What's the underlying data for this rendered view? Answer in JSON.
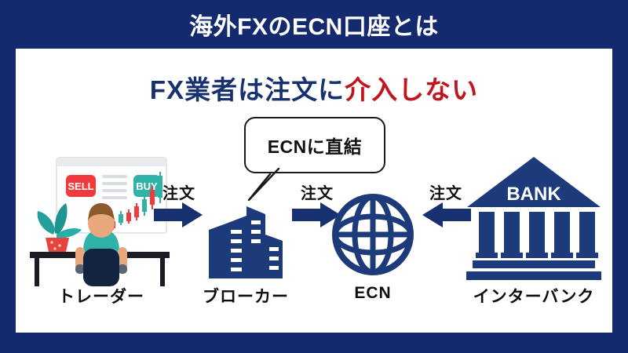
{
  "page": {
    "title": "海外FXのECN口座とは",
    "background_color": "#132a6e",
    "panel_color": "#ffffff"
  },
  "headline": {
    "part1": "FX業者は注文に",
    "part2": "介入しない",
    "part1_color": "#17306f",
    "part2_color": "#c0141e"
  },
  "callout": {
    "text": "ECNに直結"
  },
  "flow": {
    "nodes": [
      {
        "id": "trader",
        "label": "トレーダー",
        "icon": "trader-desk-illustration"
      },
      {
        "id": "broker",
        "label": "ブローカー",
        "icon": "office-buildings-icon"
      },
      {
        "id": "ecn",
        "label": "ECN",
        "icon": "globe-icon"
      },
      {
        "id": "interbank",
        "label": "インターバンク",
        "icon": "bank-building-icon"
      }
    ],
    "arrows": [
      {
        "id": "arrow-trader-to-broker",
        "label": "注文",
        "direction": "right"
      },
      {
        "id": "arrow-broker-to-ecn",
        "label": "注文",
        "direction": "right"
      },
      {
        "id": "arrow-bank-to-ecn",
        "label": "注文",
        "direction": "left"
      }
    ],
    "arrow_color": "#17306f",
    "icon_color": "#17306f"
  },
  "trader_screen": {
    "sell_label": "SELL",
    "buy_label": "BUY",
    "sell_color": "#ef3b3b",
    "buy_color": "#2fb3a8"
  },
  "bank": {
    "sign_text": "BANK",
    "column_count": 5
  }
}
